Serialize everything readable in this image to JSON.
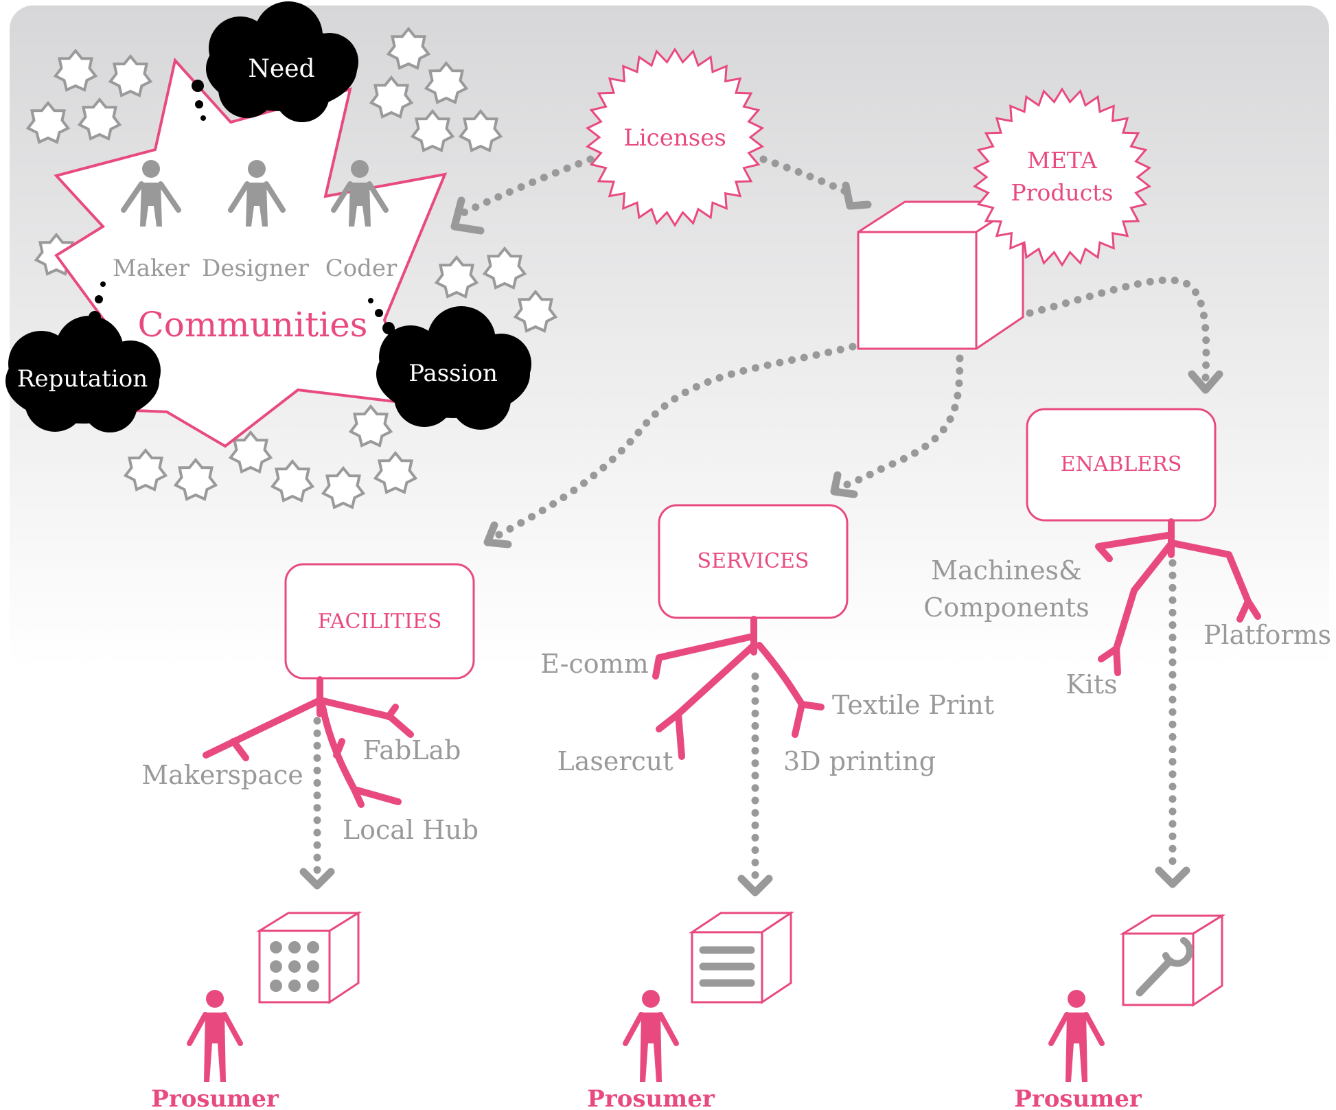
{
  "colors": {
    "pink": "#e84a7f",
    "gray": "#999999",
    "black": "#000000",
    "white": "#ffffff"
  },
  "communities": {
    "title": "Communities",
    "roles": [
      "Maker",
      "Designer",
      "Coder"
    ],
    "clouds": {
      "need": "Need",
      "reputation": "Reputation",
      "passion": "Passion"
    }
  },
  "badges": {
    "licenses": "Licenses",
    "meta_line1": "META",
    "meta_line2": "Products"
  },
  "boxes": {
    "facilities": "FACILITIES",
    "services": "SERVICES",
    "enablers": "ENABLERS"
  },
  "branches": {
    "facilities": [
      "Makerspace",
      "FabLab",
      "Local Hub"
    ],
    "services": [
      "E-comm",
      "Lasercut",
      "Textile Print",
      "3D printing"
    ],
    "enablers": [
      "Machines&",
      "Components",
      "Kits",
      "Platforms"
    ]
  },
  "outputs": {
    "prosumer": "Prosumer"
  },
  "icons": [
    "person-icon",
    "cube-icon",
    "dots-grid-icon",
    "lines-icon",
    "wrench-icon",
    "cloud-icon",
    "starburst-icon"
  ]
}
